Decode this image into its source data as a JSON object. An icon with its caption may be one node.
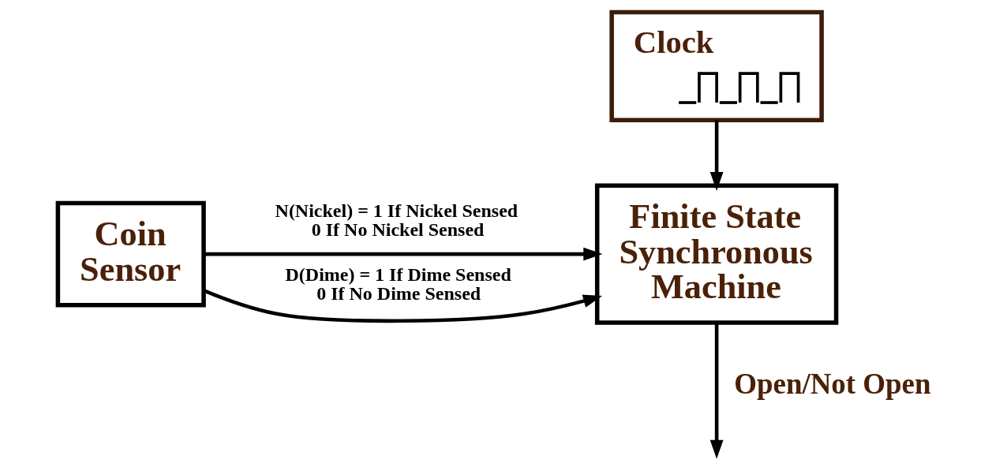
{
  "diagram": {
    "nodes": [
      {
        "text": [
          "Clock"
        ]
      },
      {
        "text": [
          "Coin Sensor"
        ]
      },
      {
        "text": [
          "Finite State Synchronous Machine"
        ]
      }
    ],
    "edges": [
      {
        "from": 1,
        "to": 2,
        "arrow": "to",
        "label": "N(Nickel) = 1 If Nickel Sensed 0 If No Nickel Sensed"
      },
      {
        "from": 1,
        "to": 2,
        "arrow": "to",
        "label": "D(Dime) = 1 If Dime Sensed 0 If No Dime Sensed"
      },
      {
        "from": 0,
        "to": 2,
        "arrow": "to"
      },
      {
        "from": 2,
        "to": null,
        "arrow": "to",
        "label": "Open/Not Open"
      }
    ]
  }
}
